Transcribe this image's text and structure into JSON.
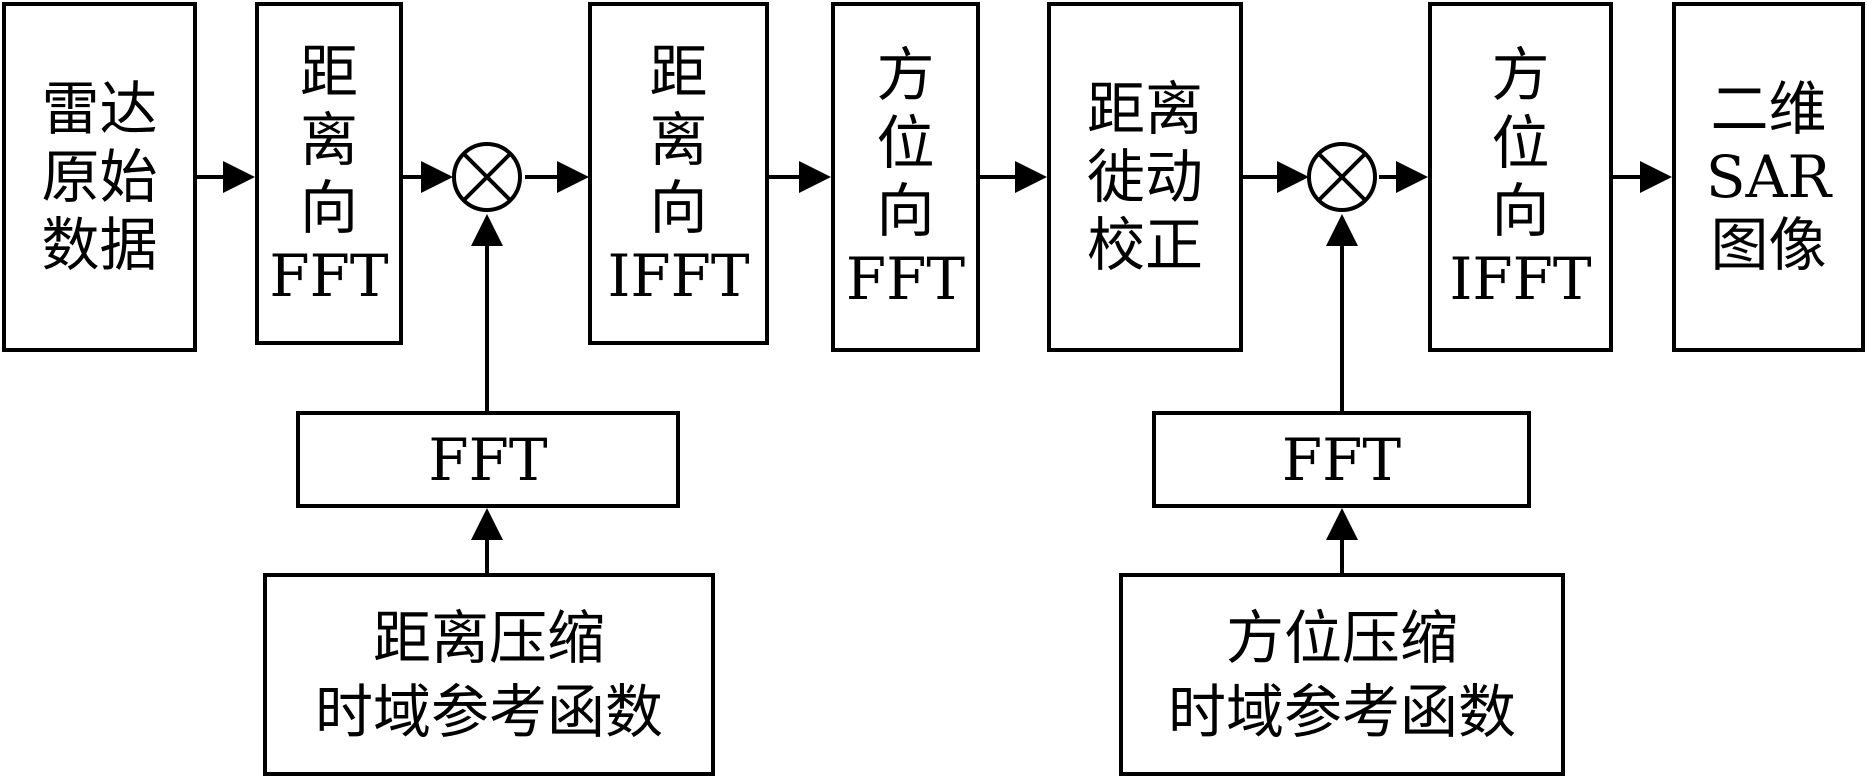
{
  "diagram": {
    "raw_data": [
      "雷达",
      "原始",
      "数据"
    ],
    "range_fft": [
      "距",
      "离",
      "向",
      "FFT"
    ],
    "range_ifft": [
      "距",
      "离",
      "向",
      "IFFT"
    ],
    "azimuth_fft": [
      "方",
      "位",
      "向",
      "FFT"
    ],
    "rcmc": [
      "距离",
      "徙动",
      "校正"
    ],
    "azimuth_ifft": [
      "方",
      "位",
      "向",
      "IFFT"
    ],
    "sar_image": [
      "二维",
      "SAR",
      "图像"
    ],
    "range_ref_fft": "FFT",
    "azimuth_ref_fft": "FFT",
    "range_ref": [
      "距离压缩",
      "时域参考函数"
    ],
    "azimuth_ref": [
      "方位压缩",
      "时域参考函数"
    ]
  }
}
